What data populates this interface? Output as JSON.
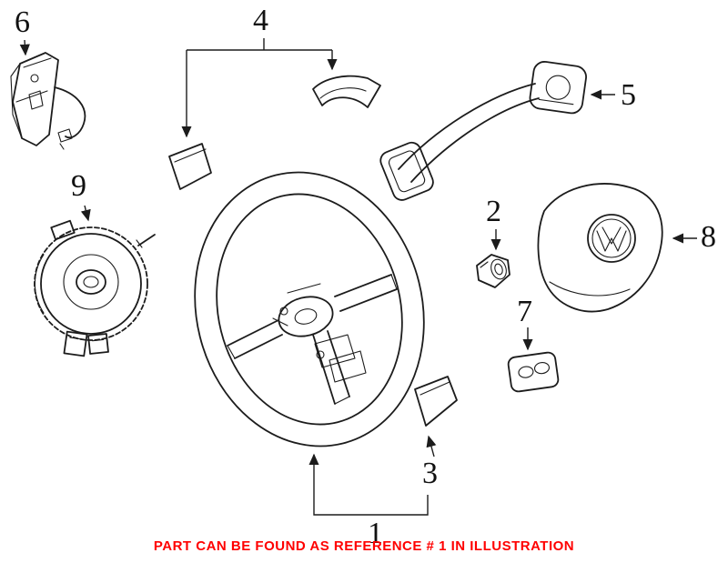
{
  "diagram": {
    "caption": "PART CAN BE FOUND AS REFERENCE # 1 IN ILLUSTRATION"
  },
  "labels": {
    "p1": "1",
    "p2": "2",
    "p3": "3",
    "p4": "4",
    "p5": "5",
    "p6": "6",
    "p7": "7",
    "p8": "8",
    "p9": "9"
  },
  "colors": {
    "background": "#ffffff",
    "line_art": "#1c1c1c",
    "caption_red": "#ff0000"
  }
}
